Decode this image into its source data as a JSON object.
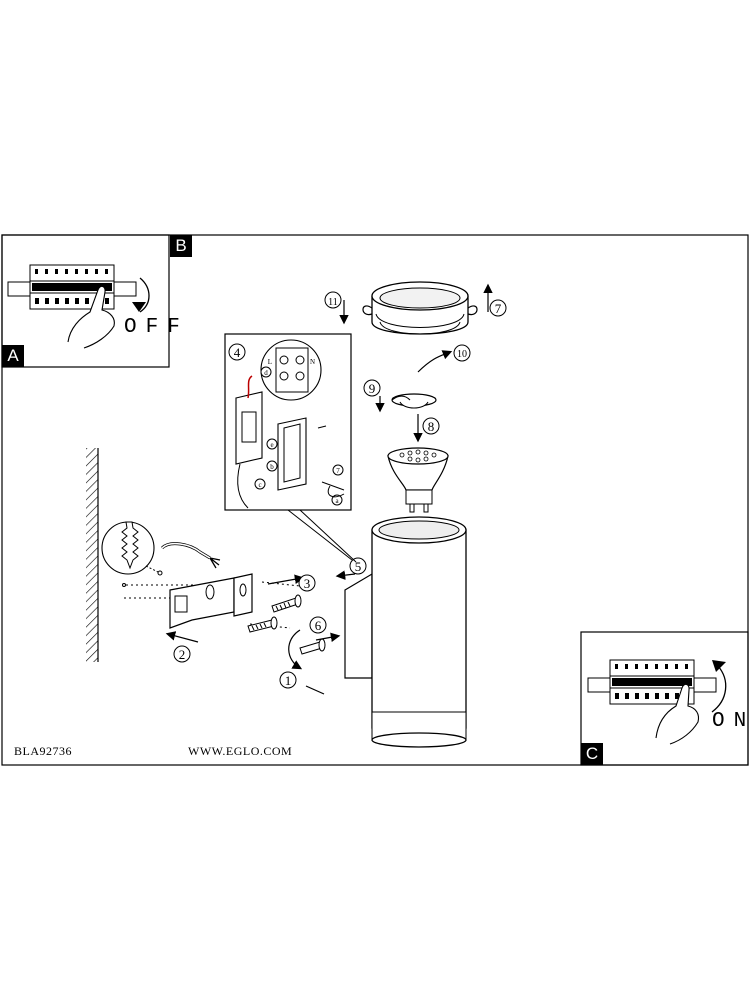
{
  "panels": {
    "a_label": "A",
    "b_label": "B",
    "c_label": "C",
    "off_text": "OFF",
    "on_text": "ON"
  },
  "steps": {
    "s1": "1",
    "s2": "2",
    "s3": "3",
    "s4": "4",
    "s5": "5",
    "s6": "6",
    "s7": "7",
    "s8": "8",
    "s9": "9",
    "s10": "10",
    "s11": "11"
  },
  "detail": {
    "a": "a",
    "b": "b",
    "c": "c",
    "d": "d",
    "e": "e",
    "terminal_l": "L",
    "terminal_n": "N"
  },
  "footer": {
    "model": "BLA92736",
    "website": "WWW.EGLO.COM"
  },
  "icons": [
    "breaker-panel-icon",
    "hand-icon",
    "rotate-arrow-icon",
    "wall-plug-icon",
    "screw-icon",
    "bracket-icon",
    "lamp-body-icon",
    "led-bulb-icon",
    "glass-cover-icon"
  ]
}
